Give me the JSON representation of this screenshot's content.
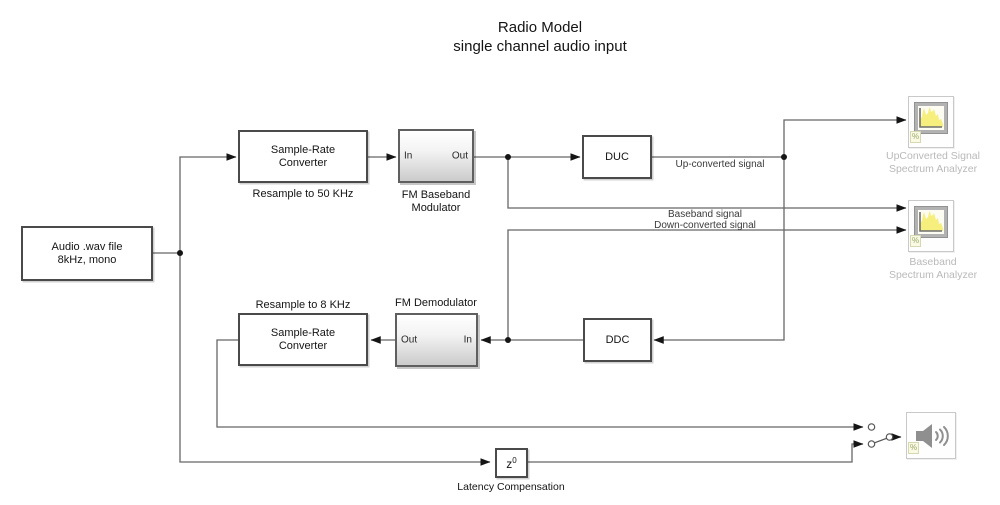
{
  "title": {
    "line1": "Radio Model",
    "line2": "single channel audio input"
  },
  "blocks": {
    "audio_source": {
      "line1": "Audio .wav file",
      "line2": "8kHz, mono"
    },
    "src_top": {
      "line1": "Sample-Rate",
      "line2": "Converter",
      "caption": "Resample to 50 KHz"
    },
    "fm_modulator": {
      "port_in": "In",
      "port_out": "Out",
      "caption_line1": "FM Baseband",
      "caption_line2": "Modulator"
    },
    "duc": {
      "label": "DUC"
    },
    "ddc": {
      "label": "DDC"
    },
    "fm_demodulator": {
      "caption": "FM Demodulator",
      "port_out": "Out",
      "port_in": "In"
    },
    "src_bottom": {
      "line1": "Sample-Rate",
      "line2": "Converter",
      "caption": "Resample to 8 KHz"
    },
    "latency": {
      "symbol_base": "z",
      "symbol_exp": "0",
      "caption": "Latency Compensation"
    },
    "analyzer_upconverted": {
      "caption_line1": "UpConverted Signal",
      "caption_line2": "Spectrum Analyzer",
      "comment_badge": "%"
    },
    "analyzer_baseband": {
      "caption_line1": "Baseband",
      "caption_line2": "Spectrum Analyzer",
      "comment_badge": "%"
    },
    "speaker": {
      "comment_badge": "%"
    }
  },
  "signal_labels": {
    "up_converted": "Up-converted signal",
    "baseband": "Baseband signal",
    "down_converted": "Down-converted signal"
  },
  "colors": {
    "background": "#ffffff",
    "block_border": "#4a4a4a",
    "wire": "#666666",
    "spectrum_yellow": "#f7ef7d",
    "faded_gray": "#c9c9c9",
    "faded_caption_text": "#b9b9b9"
  }
}
